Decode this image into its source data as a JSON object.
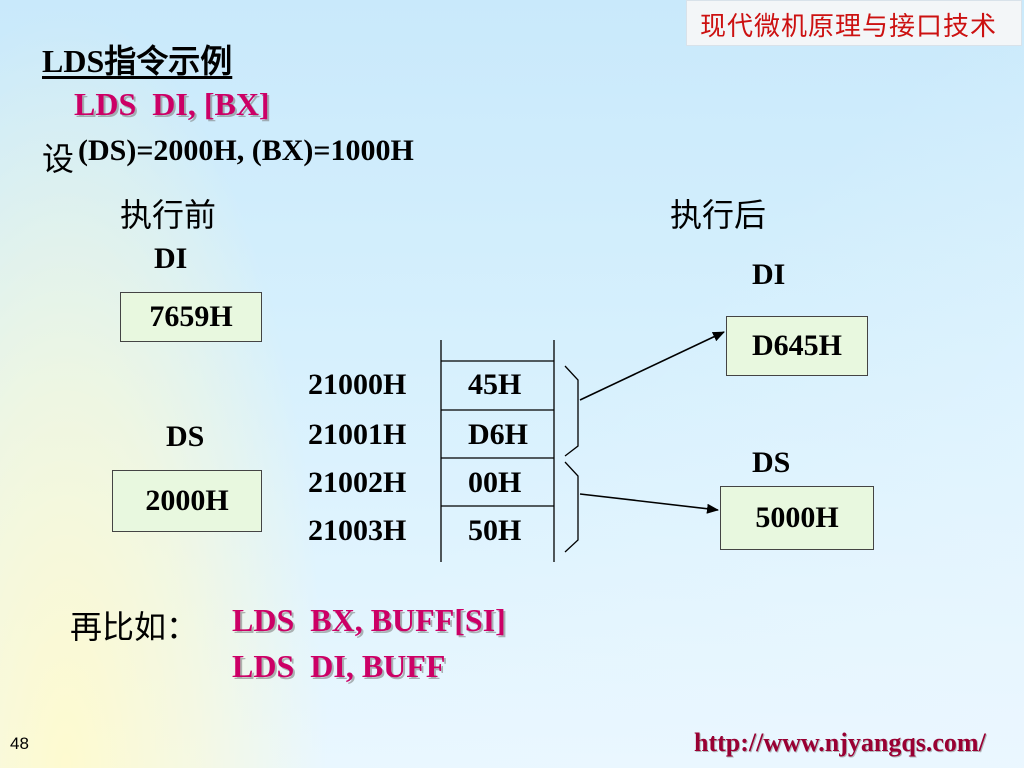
{
  "header": {
    "course_title": "现代微机原理与接口技术"
  },
  "title": "LDS指令示例",
  "instruction": "LDS  DI, [BX]",
  "assumption": {
    "prefix": "设",
    "text": "(DS)=2000H, (BX)=1000H"
  },
  "before": {
    "label": "执行前",
    "di_label": "DI",
    "di_value": "7659H",
    "ds_label": "DS",
    "ds_value": "2000H"
  },
  "after": {
    "label": "执行后",
    "di_label": "DI",
    "di_value": "D645H",
    "ds_label": "DS",
    "ds_value": "5000H"
  },
  "memory": [
    {
      "address": "21000H",
      "value": "45H"
    },
    {
      "address": "21001H",
      "value": "D6H"
    },
    {
      "address": "21002H",
      "value": "00H"
    },
    {
      "address": "21003H",
      "value": "50H"
    }
  ],
  "more_examples": {
    "label": "再比如：",
    "line1": "LDS  BX, BUFF[SI]",
    "line2": "LDS  DI, BUFF"
  },
  "footer": {
    "page_number": "48",
    "url": "http://www.njyangqs.com/"
  }
}
